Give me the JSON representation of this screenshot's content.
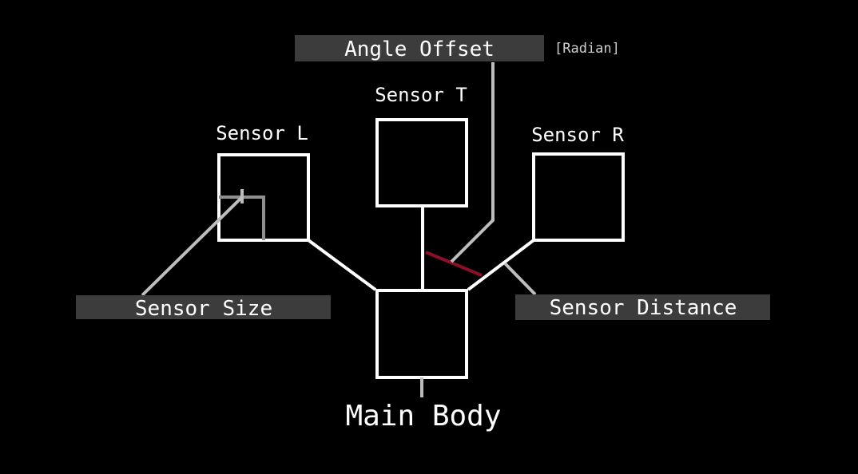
{
  "diagram": {
    "sensor_left": "Sensor L",
    "sensor_top": "Sensor T",
    "sensor_right": "Sensor R",
    "main_body": "Main Body",
    "callouts": {
      "angle_offset": "Angle Offset",
      "angle_unit": "[Radian]",
      "sensor_size": "Sensor Size",
      "sensor_distance": "Sensor Distance"
    }
  },
  "colors": {
    "background": "#000000",
    "outline": "#ffffff",
    "leader": "#bdbdbd",
    "callout_fill": "#3c3c3c",
    "angle_marker": "#8b1027",
    "unit_text": "#d0d0d0"
  }
}
